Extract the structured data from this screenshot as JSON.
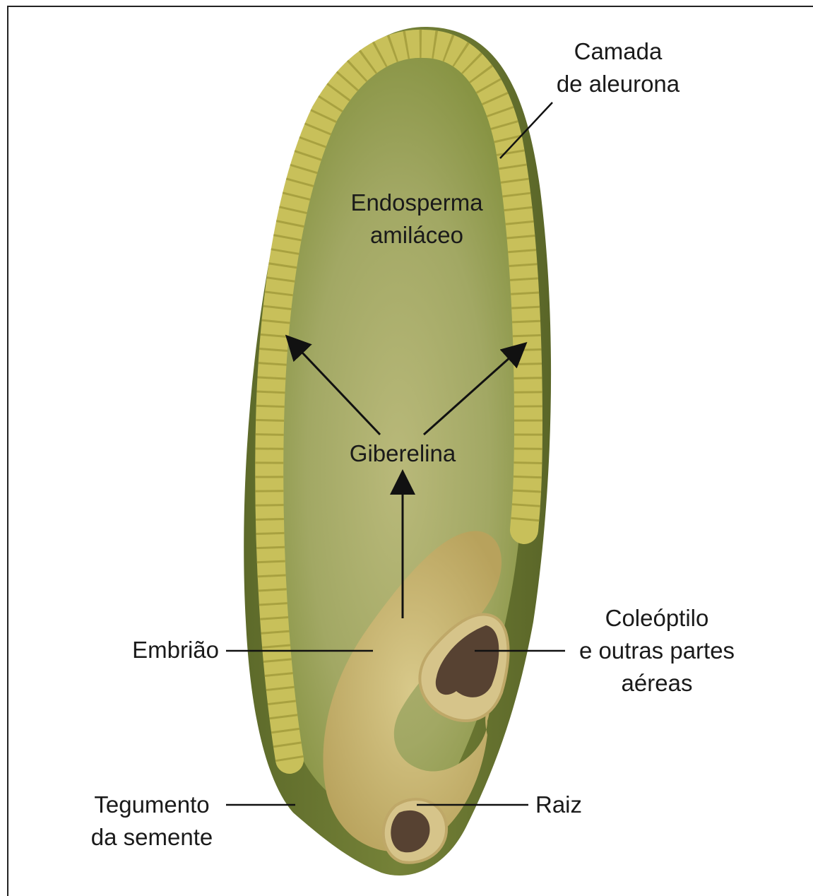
{
  "labels": {
    "aleurone_line1": "Camada",
    "aleurone_line2": "de aleurona",
    "endosperm_line1": "Endosperma",
    "endosperm_line2": "amiláceo",
    "gibberellin": "Giberelina",
    "embryo": "Embrião",
    "coleoptile_line1": "Coleóptilo",
    "coleoptile_line2": "e outras partes",
    "coleoptile_line3": "aéreas",
    "seed_coat_line1": "Tegumento",
    "seed_coat_line2": "da semente",
    "root": "Raiz"
  },
  "colors": {
    "seed_coat": "#6e7a36",
    "endosperm_center": "#b9b97a",
    "endosperm_edge": "#8f9a4e",
    "aleurone": "#c8c05a",
    "embryo": "#c9b46e",
    "shoot_root": "#574232",
    "text": "#1a1a1a"
  }
}
